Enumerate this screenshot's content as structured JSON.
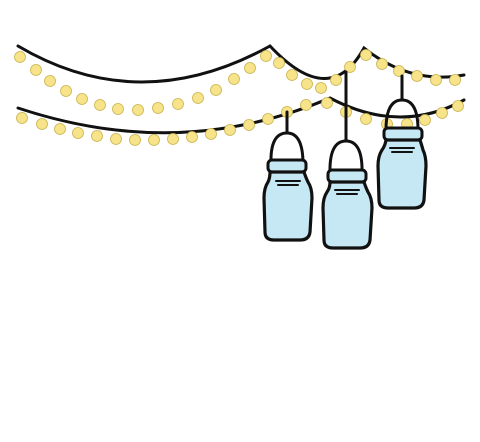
{
  "scene": {
    "subject": "string-lights-and-mason-jars",
    "colors": {
      "background": "#ffffff",
      "bulb": "#f7e48a",
      "jar": "#c6e8f5",
      "line": "#111111"
    },
    "light_strings": 3,
    "jars": 3
  }
}
